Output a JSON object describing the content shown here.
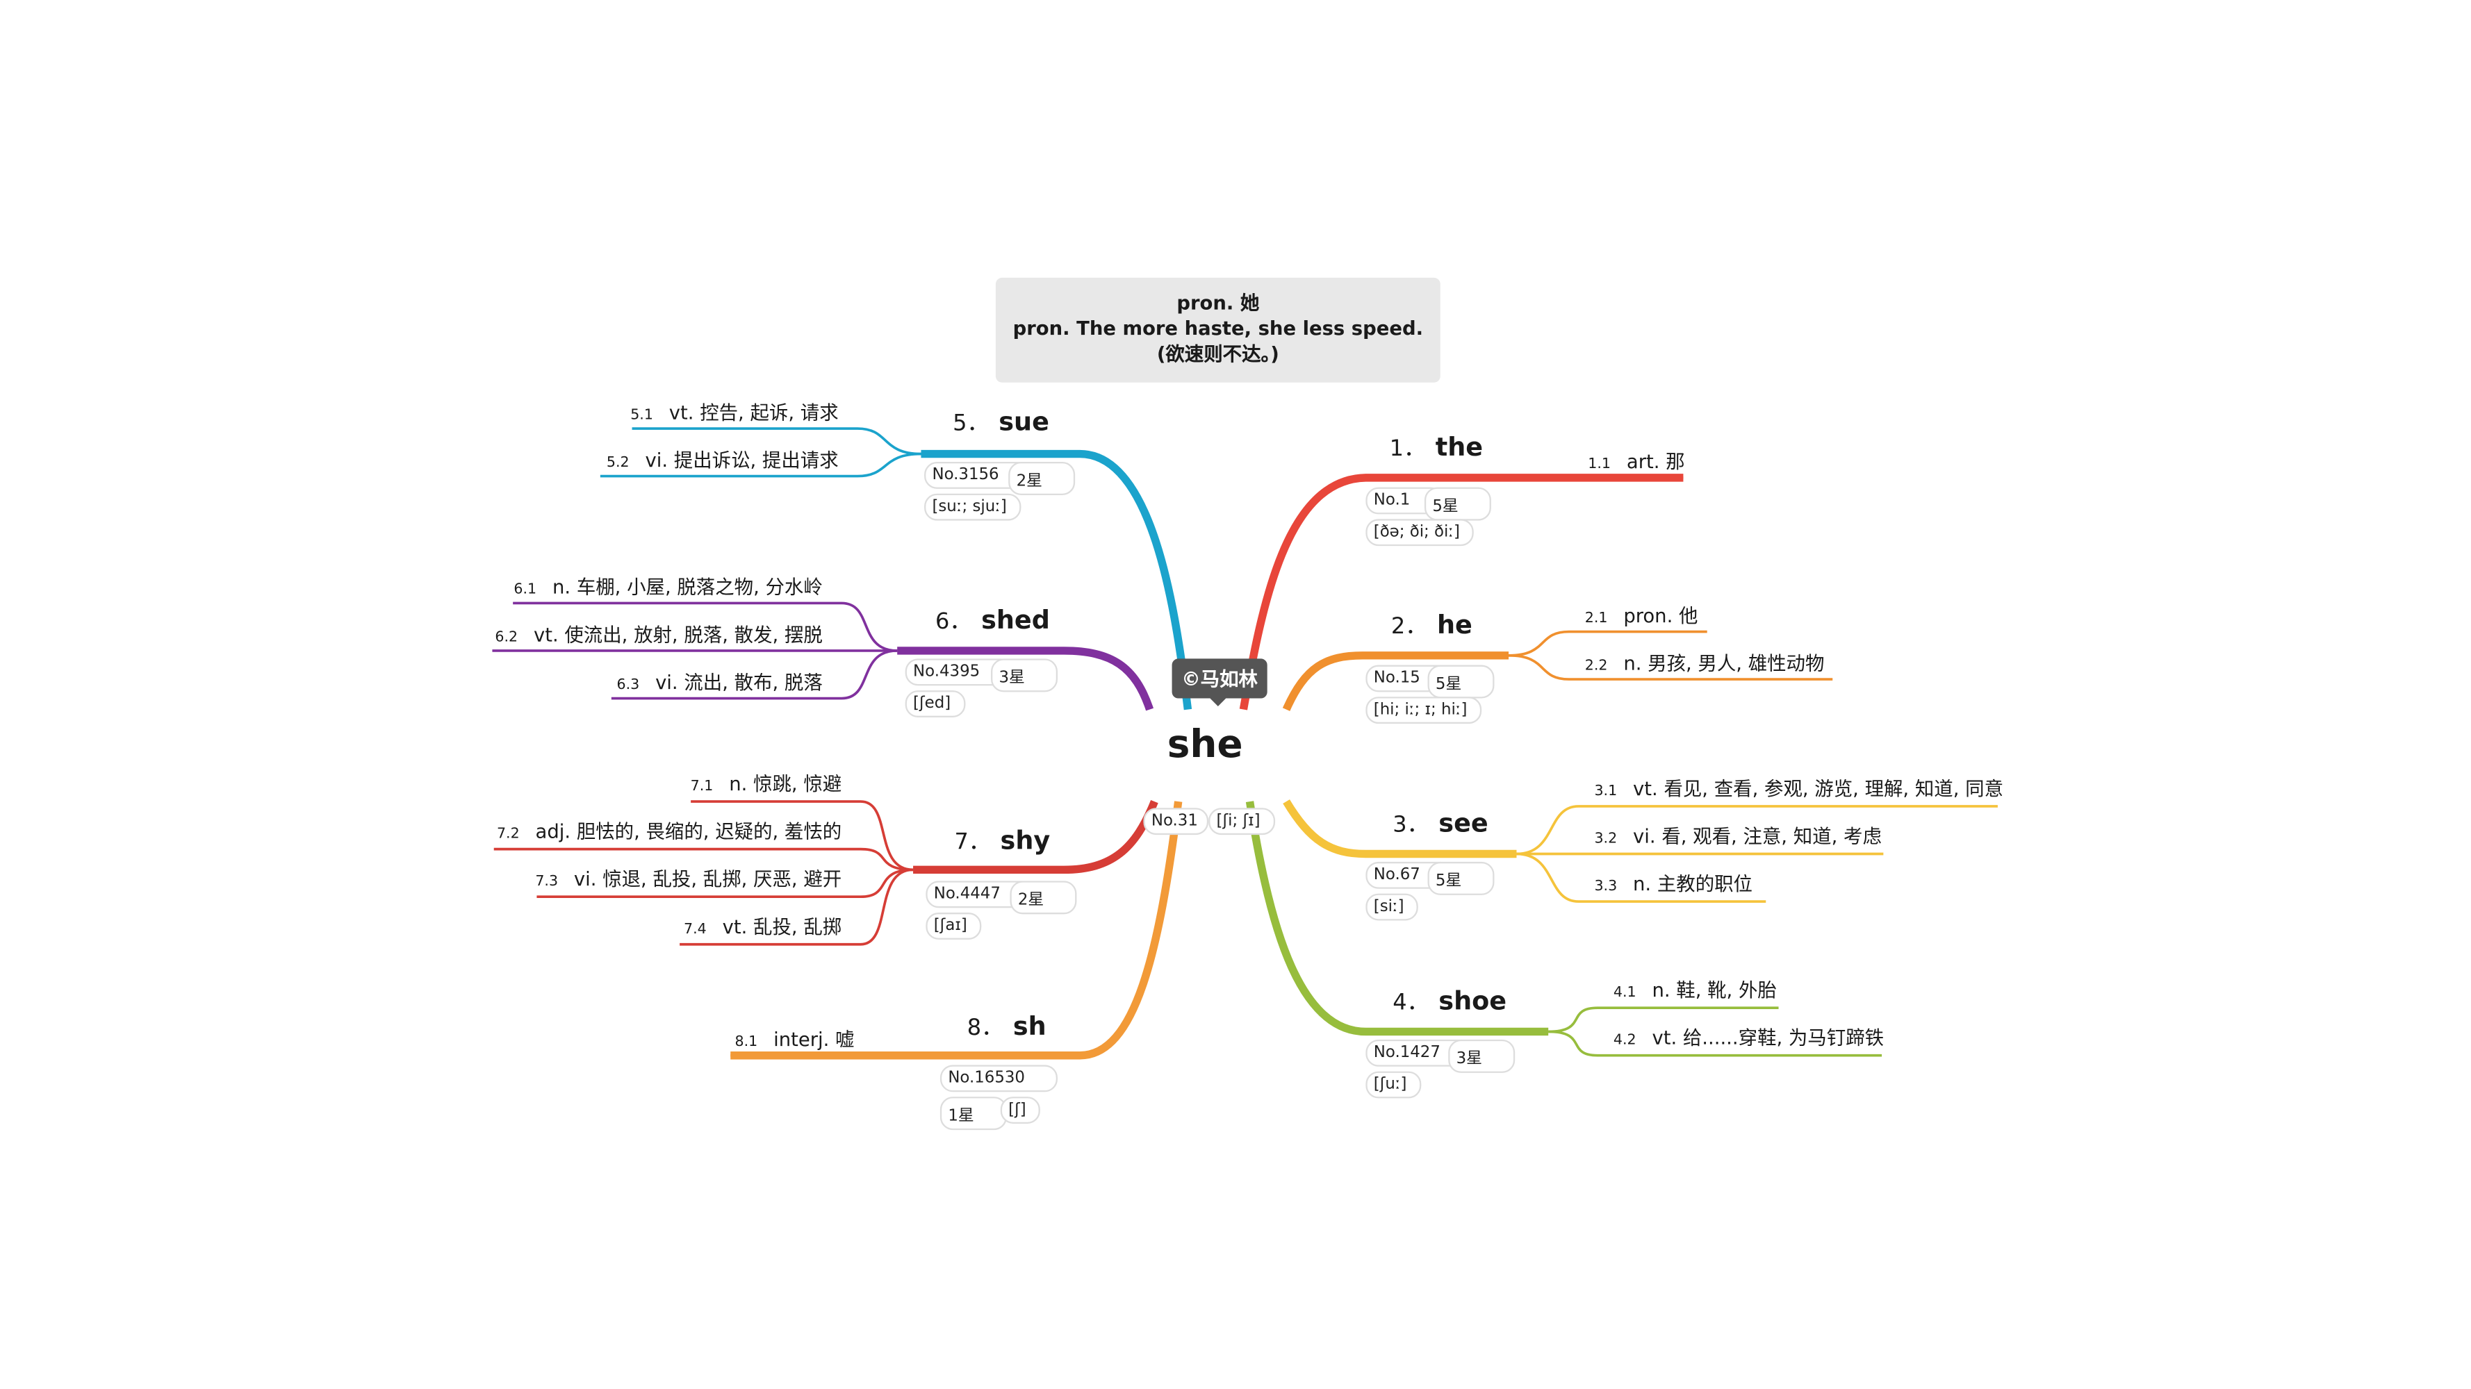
{
  "note": {
    "line1": "pron. 她",
    "line2": "pron. The more haste, she less speed. (欲速则不达。)"
  },
  "center": {
    "word": "she",
    "watermark": "©马如林",
    "rank": "No.31",
    "phonetic": "[ʃi; ʃɪ]"
  },
  "branches": [
    {
      "num": "1．",
      "word": "the",
      "color": "#e8463a",
      "rank": "No.1",
      "stars": "5星",
      "phonetic": "[ðə; ði; ðiː]",
      "senses": [
        {
          "n": "1.1",
          "text": "art. 那"
        }
      ]
    },
    {
      "num": "2．",
      "word": "he",
      "color": "#f0902e",
      "rank": "No.15",
      "stars": "5星",
      "phonetic": "[hi; iː; ɪ; hiː]",
      "senses": [
        {
          "n": "2.1",
          "text": "pron. 他"
        },
        {
          "n": "2.2",
          "text": "n. 男孩, 男人, 雄性动物"
        }
      ]
    },
    {
      "num": "3．",
      "word": "see",
      "color": "#f5c33b",
      "rank": "No.67",
      "stars": "5星",
      "phonetic": "[siː]",
      "senses": [
        {
          "n": "3.1",
          "text": "vt. 看见, 查看, 参观, 游览, 理解, 知道, 同意"
        },
        {
          "n": "3.2",
          "text": "vi. 看, 观看, 注意, 知道, 考虑"
        },
        {
          "n": "3.3",
          "text": "n. 主教的职位"
        }
      ]
    },
    {
      "num": "4．",
      "word": "shoe",
      "color": "#97bd3d",
      "rank": "No.1427",
      "stars": "3星",
      "phonetic": "[ʃuː]",
      "senses": [
        {
          "n": "4.1",
          "text": "n. 鞋, 靴, 外胎"
        },
        {
          "n": "4.2",
          "text": "vt. 给......穿鞋, 为马钉蹄铁"
        }
      ]
    },
    {
      "num": "5．",
      "word": "sue",
      "color": "#1ba3cc",
      "rank": "No.3156",
      "stars": "2星",
      "phonetic": "[suː; sjuː]",
      "senses": [
        {
          "n": "5.1",
          "text": "vt. 控告, 起诉, 请求"
        },
        {
          "n": "5.2",
          "text": "vi. 提出诉讼, 提出请求"
        }
      ]
    },
    {
      "num": "6．",
      "word": "shed",
      "color": "#80319e",
      "rank": "No.4395",
      "stars": "3星",
      "phonetic": "[ʃed]",
      "senses": [
        {
          "n": "6.1",
          "text": "n. 车棚, 小屋, 脱落之物, 分水岭"
        },
        {
          "n": "6.2",
          "text": "vt. 使流出, 放射, 脱落, 散发, 摆脱"
        },
        {
          "n": "6.3",
          "text": "vi. 流出, 散布, 脱落"
        }
      ]
    },
    {
      "num": "7．",
      "word": "shy",
      "color": "#d63d36",
      "rank": "No.4447",
      "stars": "2星",
      "phonetic": "[ʃaɪ]",
      "senses": [
        {
          "n": "7.1",
          "text": "n. 惊跳, 惊避"
        },
        {
          "n": "7.2",
          "text": "adj. 胆怯的, 畏缩的, 迟疑的, 羞怯的"
        },
        {
          "n": "7.3",
          "text": "vi. 惊退, 乱投, 乱掷, 厌恶, 避开"
        },
        {
          "n": "7.4",
          "text": "vt. 乱投, 乱掷"
        }
      ]
    },
    {
      "num": "8．",
      "word": "sh",
      "color": "#f29a38",
      "rank": "No.16530",
      "stars": "1星",
      "phonetic": "[ʃ]",
      "senses": [
        {
          "n": "8.1",
          "text": "interj. 嘘"
        }
      ]
    }
  ]
}
